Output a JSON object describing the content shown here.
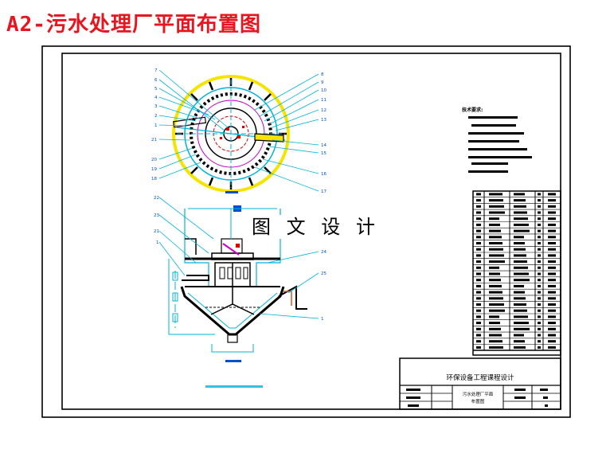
{
  "page": {
    "title": "A2-污水处理厂平面布置图"
  },
  "watermark": {
    "text": "图 文 设 计"
  },
  "title_block": {
    "project": "环保设备工程课程设计",
    "drawing_name_line1": "污水处理厂平面",
    "drawing_name_line2": "布置图"
  },
  "notes": {
    "heading": "技术要求:"
  },
  "leader_labels": {
    "left_top": [
      "7",
      "6",
      "5",
      "4",
      "3",
      "2",
      "1"
    ],
    "right_top": [
      "8",
      "9",
      "10",
      "11",
      "12",
      "13"
    ],
    "left_bottom": [
      "21",
      "20",
      "19",
      "18"
    ],
    "right_bottom": [
      "14",
      "15",
      "16",
      "17"
    ],
    "section_left": [
      "22",
      "23",
      "21",
      "1"
    ],
    "section_right": [
      "24",
      "25",
      "1"
    ]
  },
  "colors": {
    "title_red": "#e8141e",
    "outline": "#000000",
    "cad_cyan": "#00b4d8",
    "cad_yellow": "#f5e400",
    "cad_red": "#e00000",
    "cad_blue": "#0050d0",
    "cad_magenta": "#c800c8"
  }
}
